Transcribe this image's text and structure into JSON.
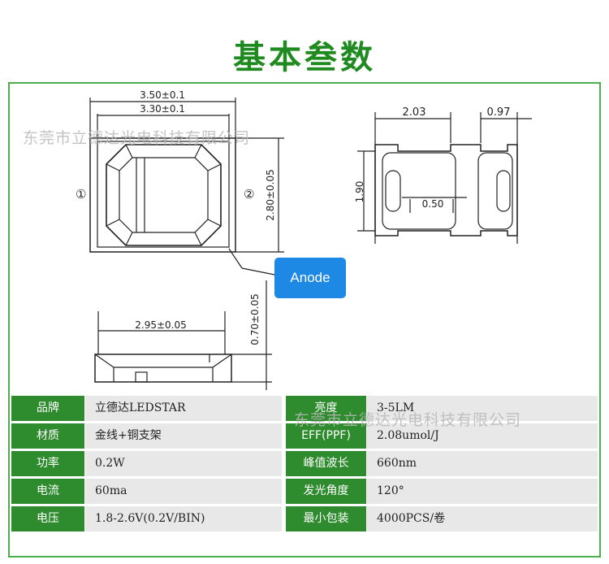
{
  "title": "基本叁数",
  "dims": {
    "width_outer": "3.50±0.1",
    "width_inner": "3.30±0.1",
    "height": "2.80±0.05",
    "pin1": "①",
    "pin2": "②",
    "pad_a": "2.03",
    "pad_b": "0.97",
    "pad_h": "1.90",
    "pad_gap": "0.50",
    "side_width": "2.95±0.05",
    "thickness": "0.70±0.05"
  },
  "anode_label": "Anode",
  "watermark": "东莞市立德达光电科技有限公司",
  "specs": [
    {
      "label": "品牌",
      "value": "立德达LEDSTAR",
      "label2": "亮度",
      "value2": "3-5LM"
    },
    {
      "label": "材质",
      "value": "金线+铜支架",
      "label2": "EFF(PPF)",
      "value2": "2.08umol/J"
    },
    {
      "label": "功率",
      "value": "0.2W",
      "label2": "峰值波长",
      "value2": "660nm"
    },
    {
      "label": "电流",
      "value": "60ma",
      "label2": "发光角度",
      "value2": "120°"
    },
    {
      "label": "电压",
      "value": "1.8-2.6V(0.2V/BIN)",
      "label2": "最小包装",
      "value2": "4000PCS/卷"
    }
  ]
}
